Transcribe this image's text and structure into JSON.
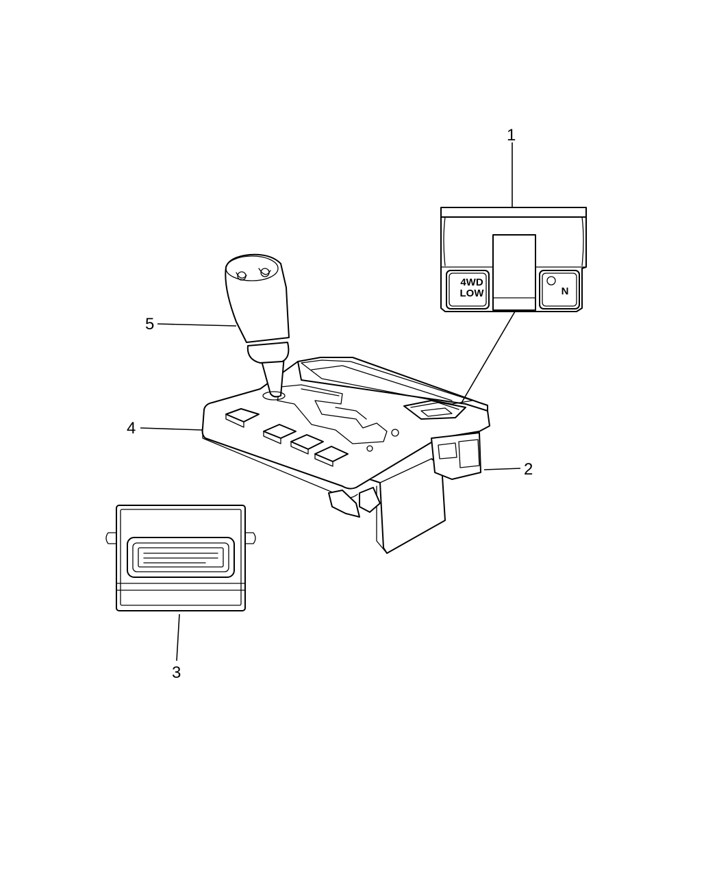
{
  "callouts": [
    {
      "id": "1",
      "label": "1"
    },
    {
      "id": "2",
      "label": "2"
    },
    {
      "id": "3",
      "label": "3"
    },
    {
      "id": "4",
      "label": "4"
    },
    {
      "id": "5",
      "label": "5"
    }
  ],
  "switch_labels": {
    "left_line1": "4WD",
    "left_line2": "LOW",
    "right": "N"
  }
}
